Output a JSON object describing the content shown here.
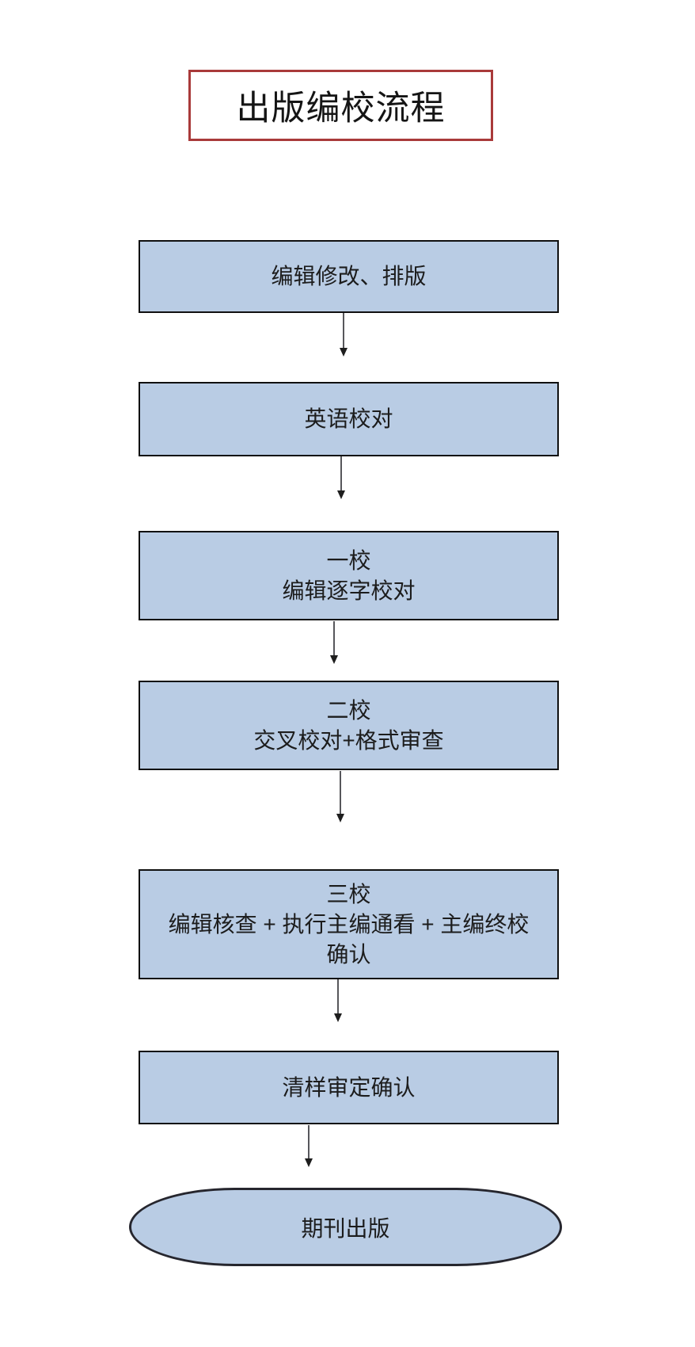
{
  "diagram": {
    "title": "出版编校流程",
    "colors": {
      "title_border": "#a93a3a",
      "node_fill": "#b9cce4",
      "node_border": "#101010",
      "arrow": "#57575b",
      "text": "#1c1c1c"
    },
    "steps": [
      {
        "id": "step-1",
        "lines": [
          "编辑修改、排版"
        ]
      },
      {
        "id": "step-2",
        "lines": [
          "英语校对"
        ]
      },
      {
        "id": "step-3",
        "lines": [
          "一校",
          "编辑逐字校对"
        ]
      },
      {
        "id": "step-4",
        "lines": [
          "二校",
          "交叉校对+格式审查"
        ]
      },
      {
        "id": "step-5",
        "lines": [
          "三校",
          "编辑核查 + 执行主编通看 + 主编终校",
          "确认"
        ]
      },
      {
        "id": "step-6",
        "lines": [
          "清样审定确认"
        ]
      }
    ],
    "terminal": {
      "label": "期刊出版"
    },
    "connectors": {
      "type": "arrow-down",
      "count": 6
    }
  }
}
